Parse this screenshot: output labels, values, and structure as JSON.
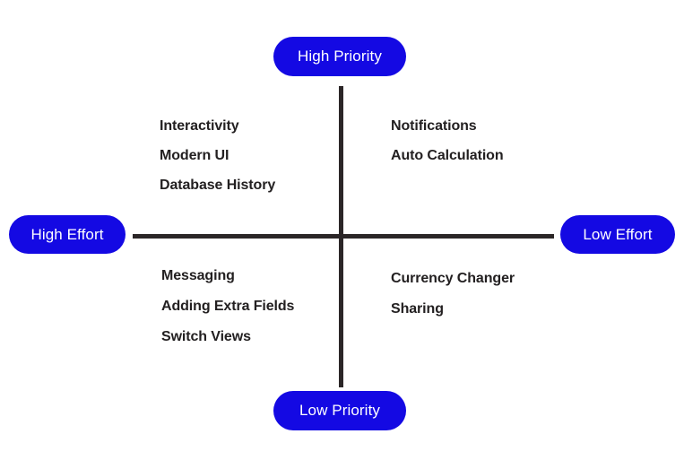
{
  "diagram": {
    "type": "priority-effort-matrix",
    "axis_labels": {
      "top": "High Priority",
      "bottom": "Low Priority",
      "left": "High Effort",
      "right": "Low Effort"
    },
    "quadrants": {
      "top_left": {
        "items": [
          "Interactivity",
          "Modern UI",
          "Database History"
        ]
      },
      "top_right": {
        "items": [
          "Notifications",
          "Auto Calculation"
        ]
      },
      "bottom_left": {
        "items": [
          "Messaging",
          "Adding Extra Fields",
          "Switch Views"
        ]
      },
      "bottom_right": {
        "items": [
          "Currency Changer",
          "Sharing"
        ]
      }
    },
    "colors": {
      "background": "#ffffff",
      "pill_fill": "#1409e3",
      "pill_text": "#ffffff",
      "axis_line": "#2b2627",
      "item_text": "#232021"
    }
  }
}
